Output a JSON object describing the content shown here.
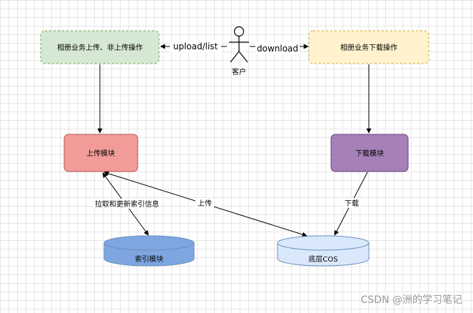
{
  "nodes": {
    "upload_ops": "相册业务上传、非上传操作",
    "download_ops": "相册业务下载操作",
    "client": "客户",
    "upload_module": "上传模块",
    "download_module": "下载模块",
    "index_module": "索引模块",
    "storage": "底层COS"
  },
  "edges": {
    "upload_list": "upload/list",
    "download": "download",
    "pull_update_index": "拉取和更新索引信息",
    "upload": "上传",
    "download_cn": "下载"
  },
  "watermark": "CSDN @洲的学习笔记",
  "colors": {
    "green_fill": "#d5e8d4",
    "green_stroke": "#82b366",
    "yellow_fill": "#fff2cc",
    "yellow_stroke": "#d6b656",
    "red_fill": "#f19c99",
    "red_stroke": "#b85450",
    "purple_fill": "#a680b8",
    "purple_stroke": "#6a3f7d",
    "blue_fill": "#7ea6e0",
    "blue_stroke": "#6c8ebf",
    "lightblue_fill": "#dae8fc"
  }
}
